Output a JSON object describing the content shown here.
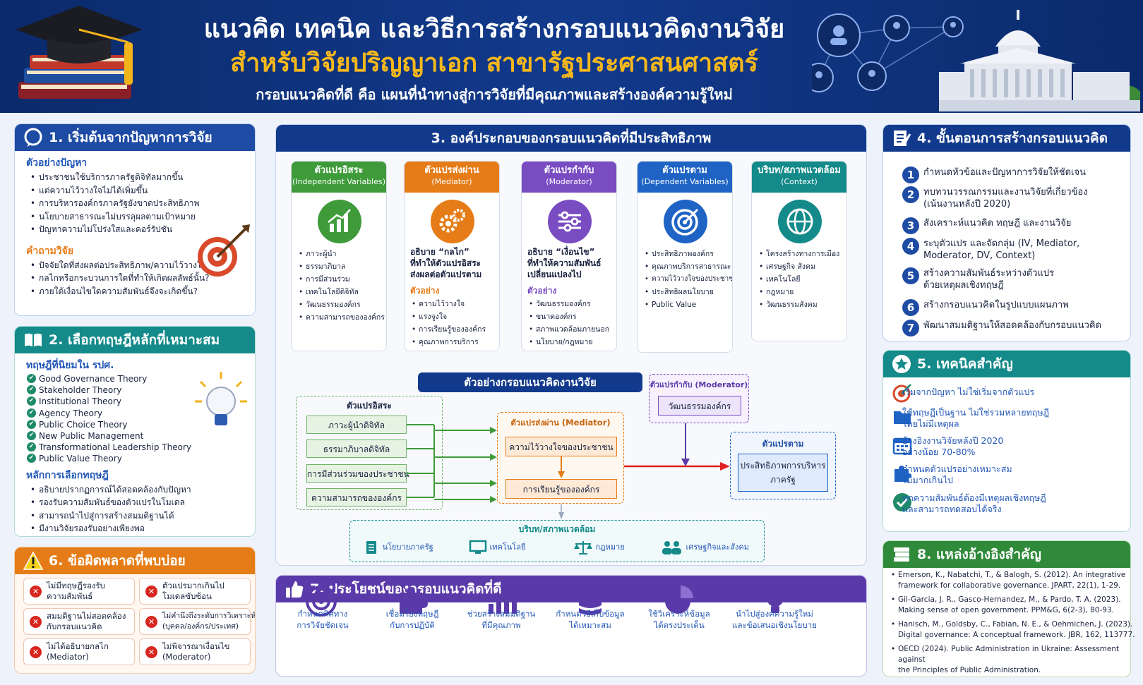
{
  "header": {
    "title_line1": "แนวคิด เทคนิค และวิธีการสร้างกรอบแนวคิดงานวิจัย",
    "title_line2": "สำหรับวิจัยปริญญาเอก สาขารัฐประศาสนศาสตร์",
    "subtitle": "กรอบแนวคิดที่ดี คือ แผนที่นำทางสู่การวิจัยที่มีคุณภาพและสร้างองค์ความรู้ใหม่"
  },
  "s1": {
    "title": "1. เริ่มต้นจากปัญหาการวิจัย",
    "problem_head": "ตัวอย่างปัญหา",
    "problems": [
      "ประชาชนใช้บริการภาครัฐดิจิทัลมากขึ้น",
      "แต่ความไว้วางใจไม่ได้เพิ่มขึ้น",
      "การบริหารองค์กรภาครัฐยังขาดประสิทธิภาพ",
      "นโยบายสาธารณะไม่บรรลุผลตามเป้าหมาย",
      "ปัญหาความไม่โปร่งใสและคอร์รัปชัน"
    ],
    "question_head": "คำถามวิจัย",
    "questions": [
      "ปัจจัยใดที่ส่งผลต่อประสิทธิภาพ/ความไว้วางใจ?",
      "กลไกหรือกระบวนการใดที่ทำให้เกิดผลลัพธ์นั้น?",
      "ภายใต้เงื่อนไขใดความสัมพันธ์จึงจะเกิดขึ้น?"
    ]
  },
  "s2": {
    "title": "2. เลือกทฤษฎีหลักที่เหมาะสม",
    "theory_head": "ทฤษฎีที่นิยมใน รปศ.",
    "theories": [
      "Good Governance Theory",
      "Stakeholder Theory",
      "Institutional Theory",
      "Agency Theory",
      "Public Choice Theory",
      "New Public Management",
      "Transformational Leadership Theory",
      "Public Value Theory"
    ],
    "principle_head": "หลักการเลือกทฤษฎี",
    "principles": [
      "อธิบายปรากฏการณ์ได้สอดคล้องกับปัญหา",
      "รองรับความสัมพันธ์ของตัวแปรในโมเดล",
      "สามารถนำไปสู่การสร้างสมมติฐานได้",
      "มีงานวิจัยรองรับอย่างเพียงพอ"
    ]
  },
  "s6": {
    "title": "6. ข้อผิดพลาดที่พบบ่อย",
    "items": [
      [
        "ไม่มีทฤษฎีรองรับ",
        "ความสัมพันธ์"
      ],
      [
        "ตัวแปรมากเกินไป",
        "โมเดลซับซ้อน"
      ],
      [
        "สมมติฐานไม่สอดคล้อง",
        "กับกรอบแนวคิด"
      ],
      [
        "ไม่คำนึงถึงระดับการวิเคราะห์",
        "(บุคคล/องค์กร/ประเทศ)"
      ],
      [
        "ไม่ได้อธิบายกลไก",
        "(Mediator)"
      ],
      [
        "ไม่พิจารณาเงื่อนไข",
        "(Moderator)"
      ]
    ]
  },
  "s3": {
    "title": "3. องค์ประกอบของกรอบแนวคิดที่มีประสิทธิภาพ",
    "components": [
      {
        "th": "ตัวแปรอิสระ",
        "en": "(Independent Variables)",
        "color": "#3f9b3a",
        "items": [
          "ภาวะผู้นำ",
          "ธรรมาภิบาล",
          "การมีส่วนร่วม",
          "เทคโนโลยีดิจิทัล",
          "วัฒนธรรมองค์กร",
          "ความสามารถขององค์กร"
        ]
      },
      {
        "th": "ตัวแปรส่งผ่าน",
        "en": "(Mediator)",
        "color": "#e57c17",
        "desc": [
          "อธิบาย “กลไก”",
          "ที่ทำให้ตัวแปรอิสระ",
          "ส่งผลต่อตัวแปรตาม"
        ],
        "ex": "ตัวอย่าง",
        "items": [
          "ความไว้วางใจ",
          "แรงจูงใจ",
          "การเรียนรู้ขององค์กร",
          "คุณภาพการบริการ"
        ]
      },
      {
        "th": "ตัวแปรกำกับ",
        "en": "(Moderator)",
        "color": "#7a4cc2",
        "desc": [
          "อธิบาย “เงื่อนไข”",
          "ที่ทำให้ความสัมพันธ์",
          "เปลี่ยนแปลงไป"
        ],
        "ex": "ตัวอย่าง",
        "items": [
          "วัฒนธรรมองค์กร",
          "ขนาดองค์กร",
          "สภาพแวดล้อมภายนอก",
          "นโยบาย/กฎหมาย"
        ]
      },
      {
        "th": "ตัวแปรตาม",
        "en": "(Dependent Variables)",
        "color": "#1f64c4",
        "items": [
          "ประสิทธิภาพองค์กร",
          "คุณภาพบริการสาธารณะ",
          "ความไว้วางใจของประชาชน",
          "ประสิทธิผลนโยบาย",
          "Public Value"
        ]
      },
      {
        "th": "บริบท/สภาพแวดล้อม",
        "en": "(Context)",
        "color": "#148a8a",
        "items": [
          "โครงสร้างทางการเมือง",
          "เศรษฐกิจ สังคม",
          "เทคโนโลยี",
          "กฎหมาย",
          "วัฒนธรรมสังคม"
        ]
      }
    ],
    "example_title": "ตัวอย่างกรอบแนวคิดงานวิจัย",
    "iv_head": "ตัวแปรอิสระ",
    "iv": [
      "ภาวะผู้นำดิจิทัล",
      "ธรรมาภิบาลดิจิทัล",
      "การมีส่วนร่วมของประชาชน",
      "ความสามารถขององค์กร"
    ],
    "med_head": "ตัวแปรส่งผ่าน (Mediator)",
    "med": [
      "ความไว้วางใจของประชาชน",
      "การเรียนรู้ขององค์กร"
    ],
    "mod_head": "ตัวแปรกำกับ (Moderator)",
    "mod": "วัฒนธรรมองค์กร",
    "dv_head": "ตัวแปรตาม",
    "dv": [
      "ประสิทธิภาพการบริหาร",
      "ภาครัฐ"
    ],
    "ctx_head": "บริบท/สภาพแวดล้อม",
    "ctx": [
      "นโยบายภาครัฐ",
      "เทคโนโลยี",
      "กฎหมาย",
      "เศรษฐกิจและสังคม"
    ]
  },
  "s7": {
    "title": "7. ประโยชน์ของกรอบแนวคิดที่ดี",
    "items": [
      [
        "กำหนดทิศทาง",
        "การวิจัยชัดเจน"
      ],
      [
        "เชื่อมโยงทฤษฎี",
        "กับการปฏิบัติ"
      ],
      [
        "ช่วยสร้างสมมติฐาน",
        "ที่มีคุณภาพ"
      ],
      [
        "กำหนดวิธีเก็บข้อมูล",
        "ได้เหมาะสม"
      ],
      [
        "ใช้วิเคราะห์ข้อมูล",
        "ได้ตรงประเด็น"
      ],
      [
        "นำไปสู่องค์ความรู้ใหม่",
        "และข้อเสนอเชิงนโยบาย"
      ]
    ]
  },
  "s4": {
    "title": "4. ขั้นตอนการสร้างกรอบแนวคิด",
    "steps": [
      [
        "กำหนดหัวข้อและปัญหาการวิจัยให้ชัดเจน"
      ],
      [
        "ทบทวนวรรณกรรมและงานวิจัยที่เกี่ยวข้อง",
        "(เน้นงานหลังปี 2020)"
      ],
      [
        "สังเคราะห์แนวคิด ทฤษฎี และงานวิจัย"
      ],
      [
        "ระบุตัวแปร และจัดกลุ่ม (IV, Mediator,",
        "Moderator, DV, Context)"
      ],
      [
        "สร้างความสัมพันธ์ระหว่างตัวแปร",
        "ด้วยเหตุผลเชิงทฤษฎี"
      ],
      [
        "สร้างกรอบแนวคิดในรูปแบบแผนภาพ"
      ],
      [
        "พัฒนาสมมติฐานให้สอดคล้องกับกรอบแนวคิด"
      ]
    ]
  },
  "s5": {
    "title": "5. เทคนิคสำคัญ",
    "items": [
      [
        "เริ่มจากปัญหา ไม่ใช่เริ่มจากตัวแปร"
      ],
      [
        "ใช้ทฤษฎีเป็นฐาน ไม่ใช่รวมหลายทฤษฎี",
        "โดยไม่มีเหตุผล"
      ],
      [
        "อ้างอิงงานวิจัยหลังปี 2020",
        "อย่างน้อย 70-80%"
      ],
      [
        "กำหนดตัวแปรอย่างเหมาะสม",
        "ไม่มากเกินไป"
      ],
      [
        "ทุกความสัมพันธ์ต้องมีเหตุผลเชิงทฤษฎี",
        "และสามารถทดสอบได้จริง"
      ]
    ]
  },
  "s8": {
    "title": "8. แหล่งอ้างอิงสำคัญ",
    "refs": [
      [
        "Emerson, K., Nabatchi, T., & Balogh, S. (2012). An integrative",
        "framework for collaborative governance. JPART, 22(1), 1-29."
      ],
      [
        "Gil-Garcia, J. R., Gasco-Hernandez, M., & Pardo, T. A. (2023).",
        "Making sense of open government. PPM&G, 6(2-3), 80-93."
      ],
      [
        "Hanisch, M., Goldsby, C., Fabian, N. E., & Oehmichen, J. (2023).",
        "Digital governance: A conceptual framework. JBR, 162, 113777."
      ],
      [
        "OECD (2024). Public Administration in Ukraine: Assessment against",
        "the Principles of Public Administration."
      ]
    ]
  },
  "colors": {
    "navy": "#123a8c",
    "teal": "#148a8a",
    "orange": "#e57c17",
    "purple": "#5a3aa8",
    "green": "#2f8a3a",
    "gold": "#f7b81c"
  }
}
